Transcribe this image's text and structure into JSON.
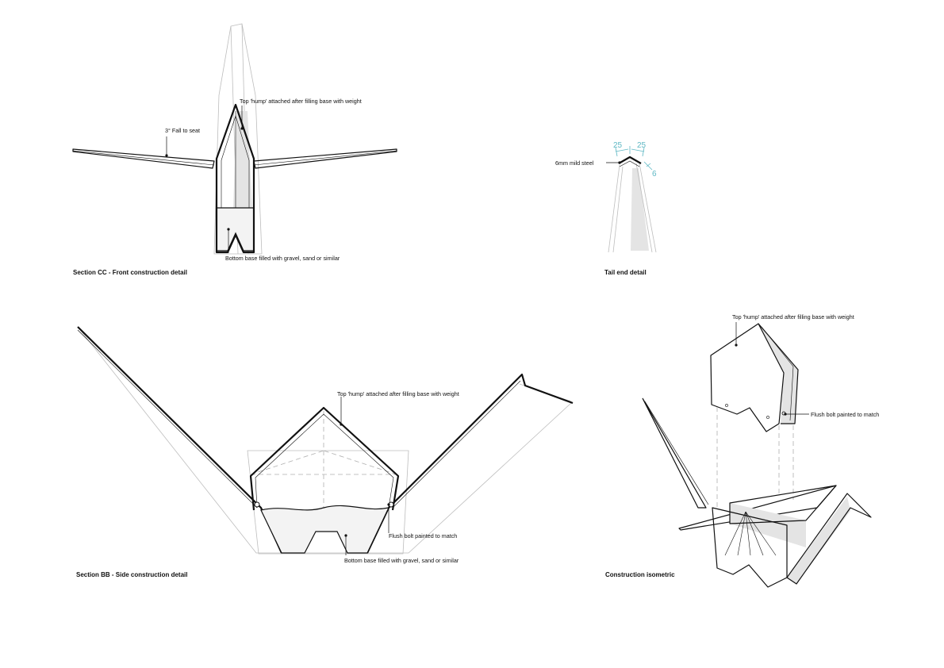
{
  "front_detail": {
    "title": "Section CC - Front construction detail",
    "note_fall": "3° Fall to seat",
    "note_hump": "Top 'hump' attached after filling base with weight",
    "note_base": "Bottom base filled with gravel, sand or similar"
  },
  "tail_detail": {
    "title": "Tail end detail",
    "note_steel": "6mm mild steel",
    "dim_left": "25",
    "dim_right": "25",
    "dim_thickness": "6"
  },
  "side_detail": {
    "title": "Section BB - Side construction detail",
    "note_hump": "Top 'hump' attached after filling base with weight",
    "note_bolt": "Flush bolt painted to match",
    "note_base": "Bottom base filled with gravel, sand or similar"
  },
  "isometric": {
    "title": "Construction isometric",
    "note_hump": "Top 'hump' attached after filling base with weight",
    "note_bolt": "Flush bolt painted to match"
  },
  "colors": {
    "line": "#111111",
    "ghost_line": "#bdbdbd",
    "dimension": "#5fb8c4",
    "fill_grey": "#e4e4e4"
  }
}
